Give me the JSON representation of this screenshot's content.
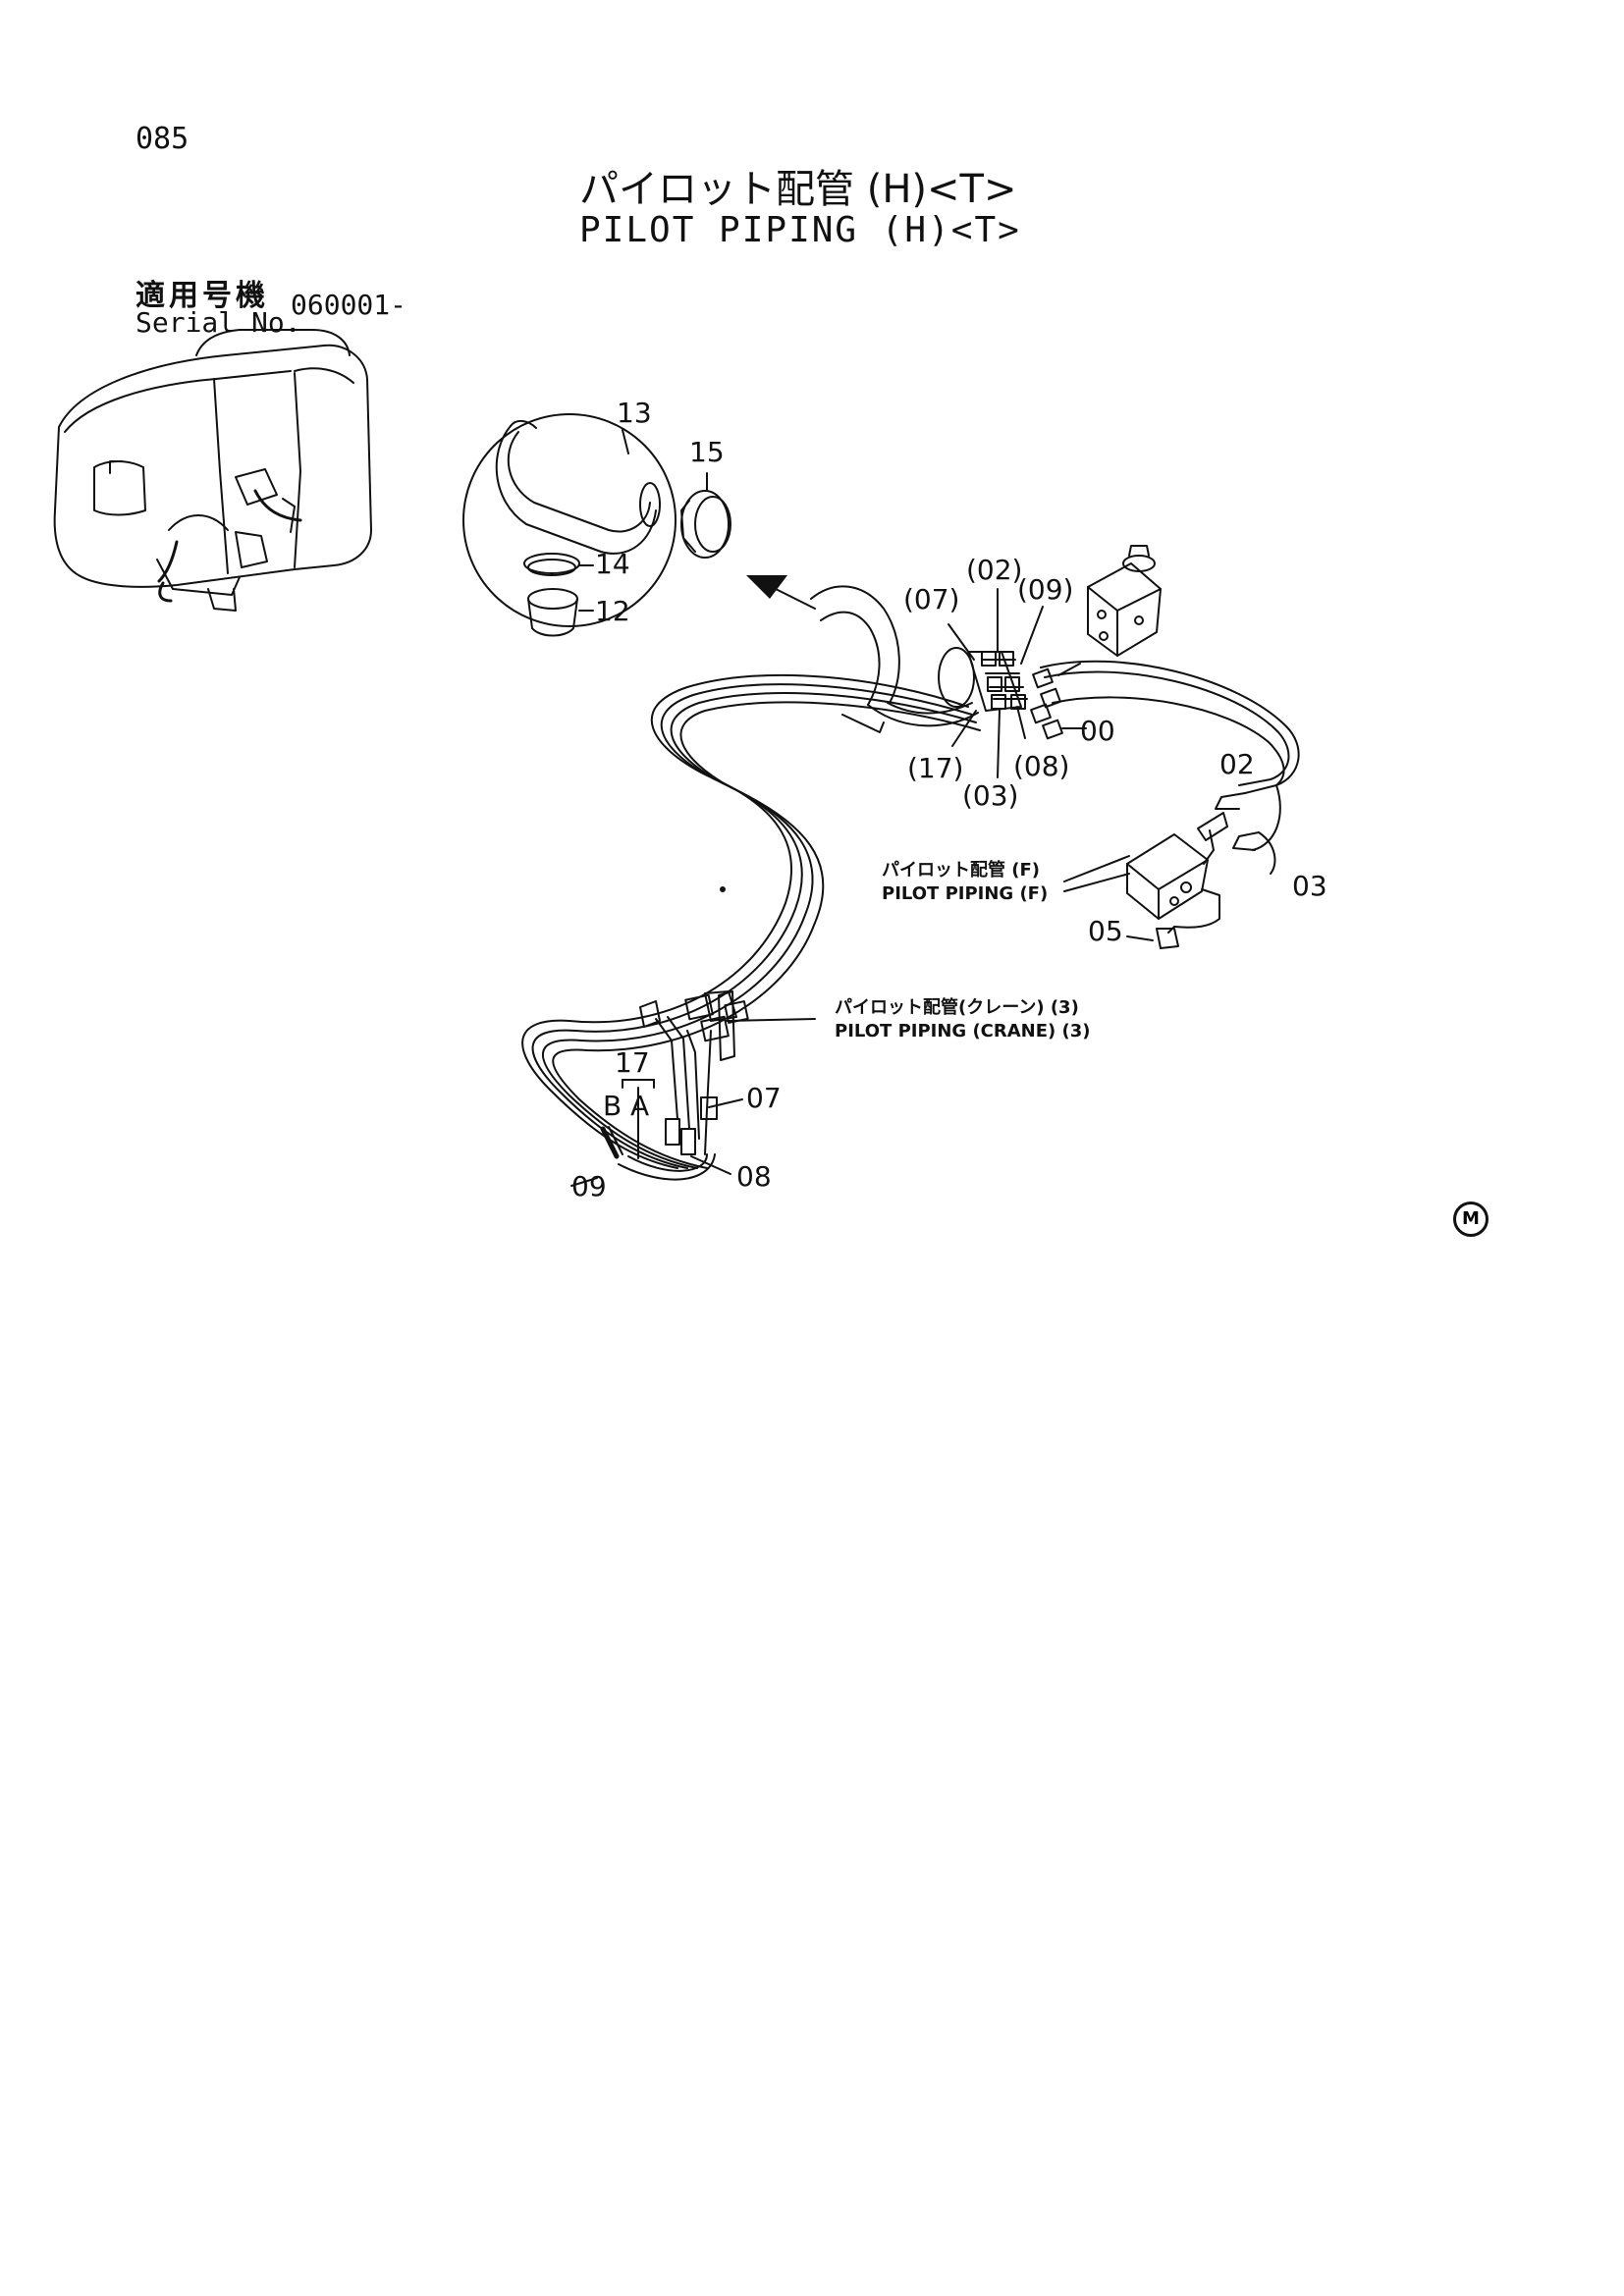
{
  "header": {
    "page_number": "085",
    "title_jp": "パイロット配管 (H)<T>",
    "title_en": "PILOT PIPING (H)<T>",
    "serial_label_jp": "適用号機",
    "serial_label_en": "Serial No.",
    "serial_value": "060001-"
  },
  "callouts": {
    "c13": "13",
    "c15": "15",
    "c14": "14",
    "c12": "12",
    "c07p": "(07)",
    "c02p": "(02)",
    "c09p": "(09)",
    "c00": "00",
    "c17p": "(17)",
    "c03p": "(03)",
    "c08p": "(08)",
    "c02": "02",
    "c03": "03",
    "c05": "05",
    "c17": "17",
    "cB": "B",
    "cA": "A",
    "c07": "07",
    "c09": "09",
    "c08": "08"
  },
  "notes": {
    "pilot_f_jp": "パイロット配管 (F)",
    "pilot_f_en": "PILOT PIPING (F)",
    "pilot_crane_jp": "パイロット配管(クレーン) (3)",
    "pilot_crane_en": "PILOT PIPING (CRANE) (3)"
  },
  "footer": {
    "mark": "M"
  }
}
